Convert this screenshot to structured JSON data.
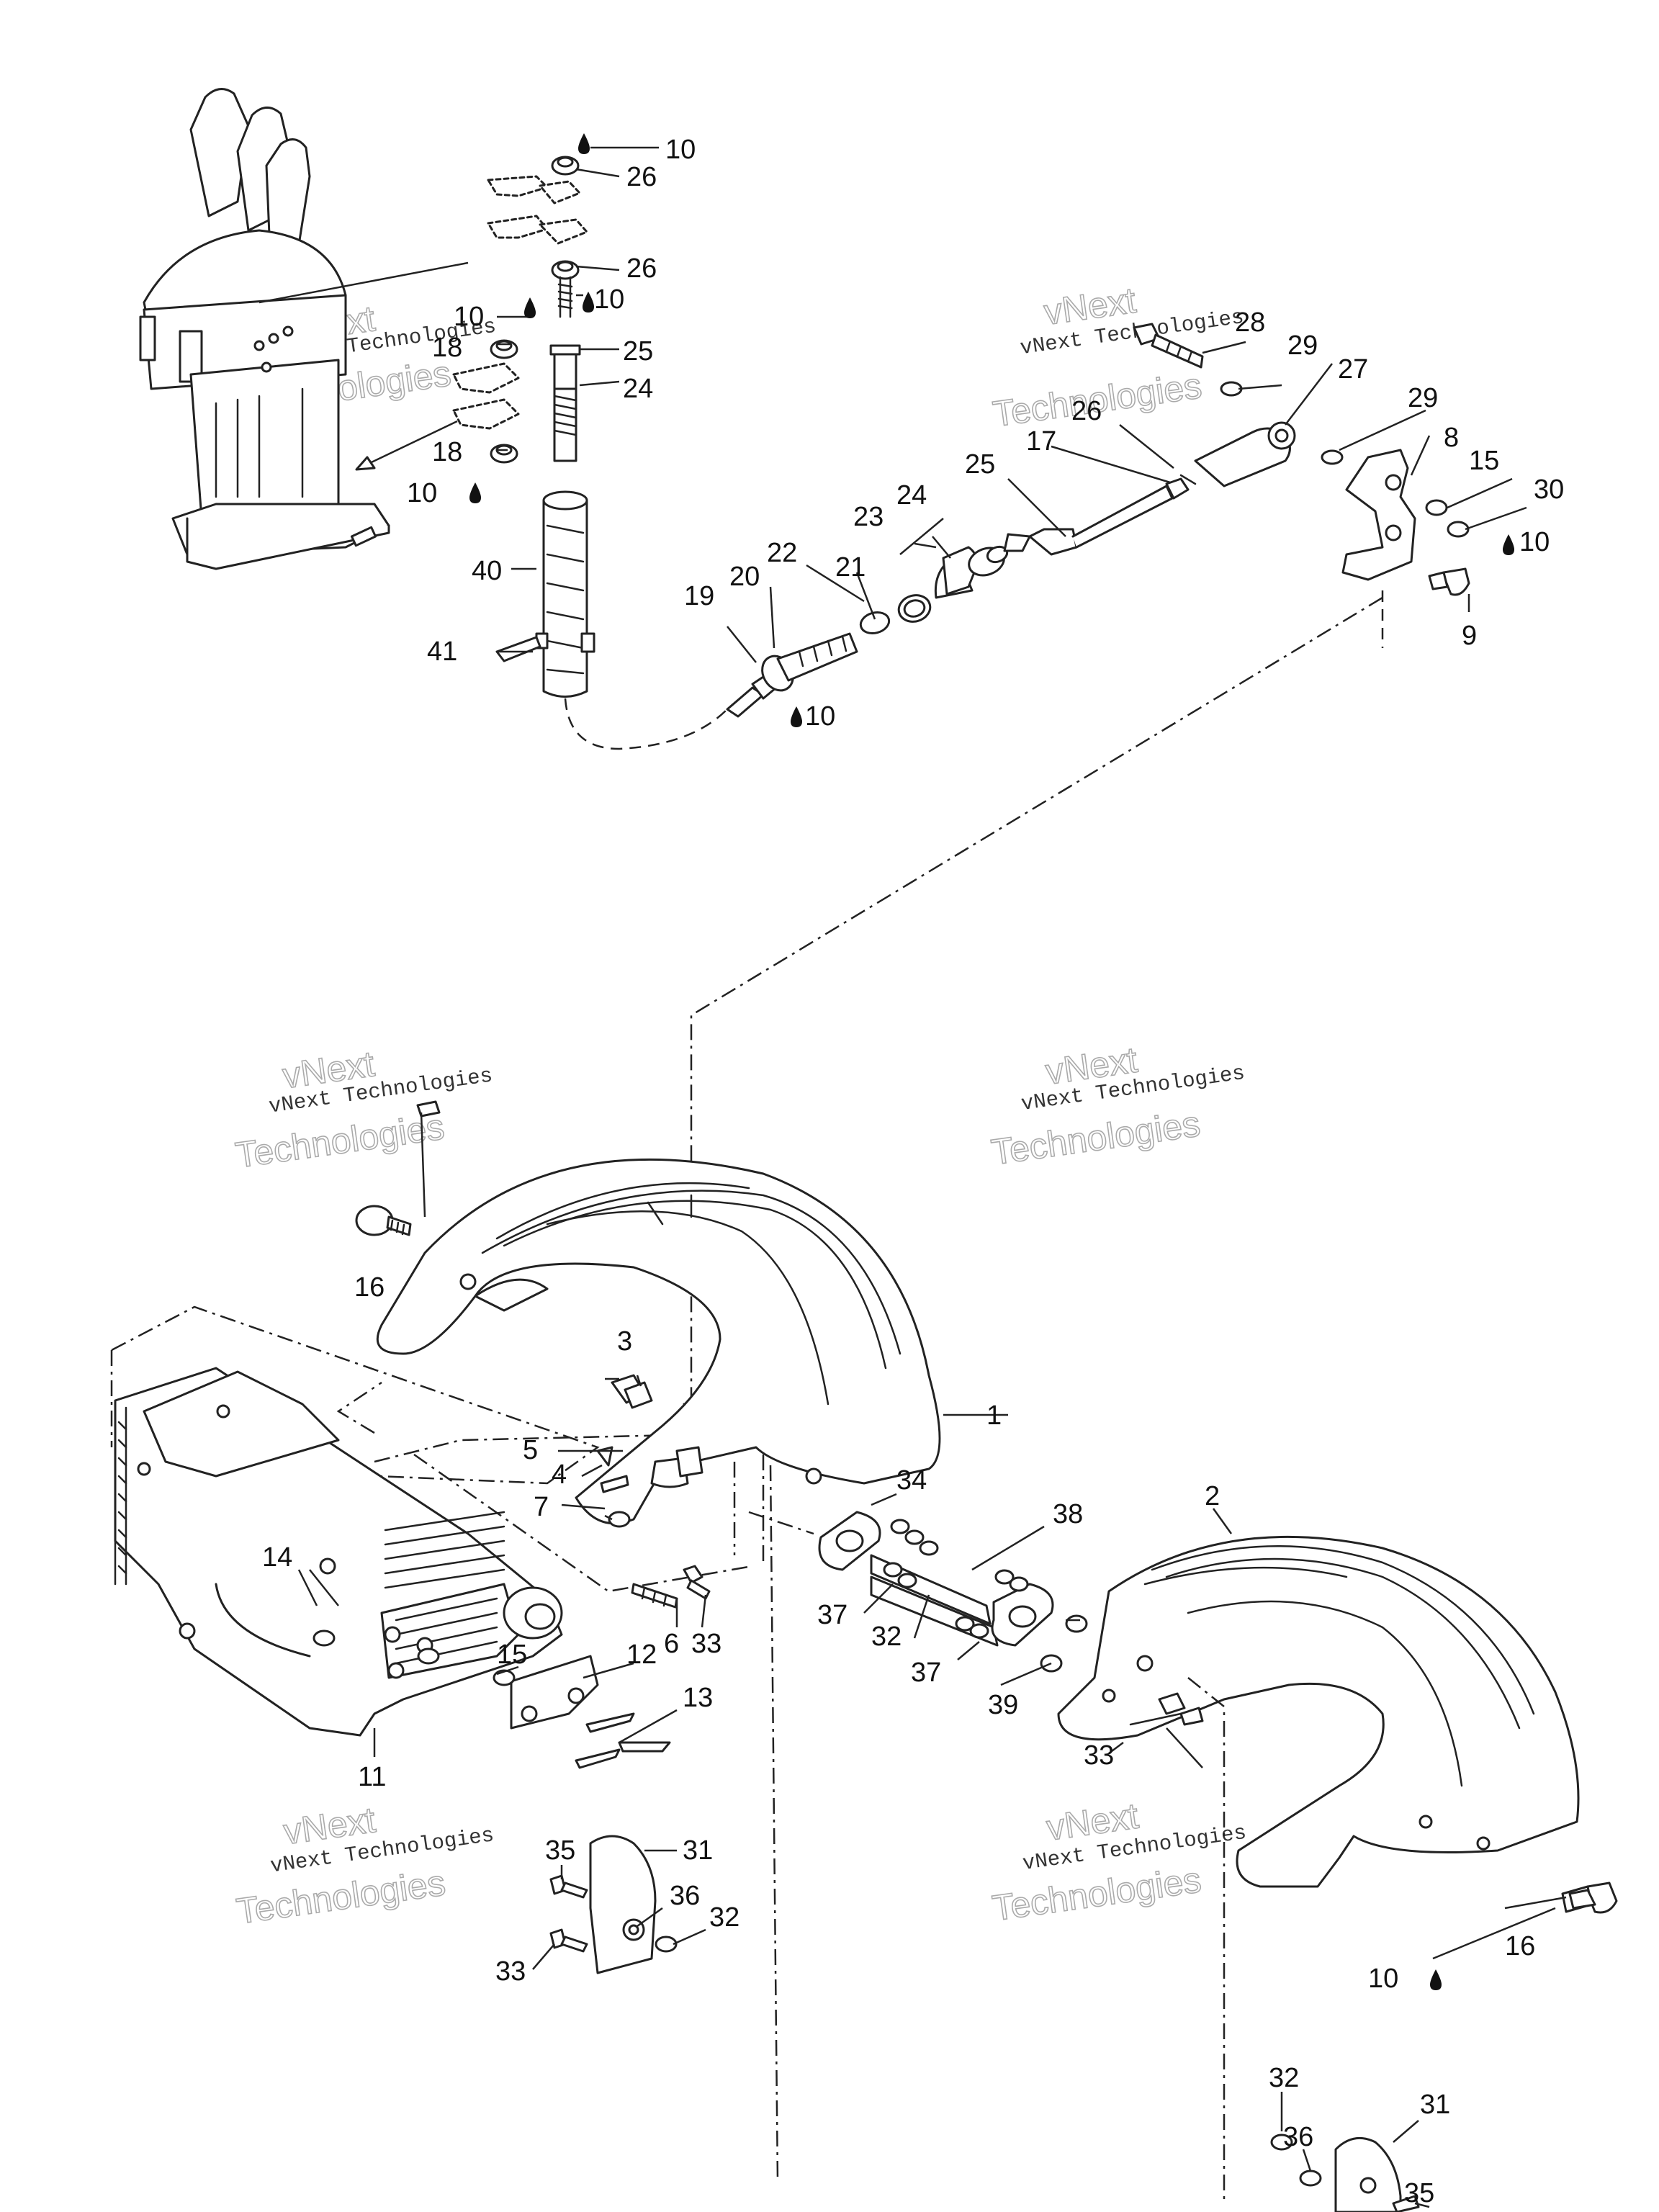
{
  "watermark": {
    "line1": "vNext Technologies",
    "big_top": "vNext",
    "big_bottom": "Technologies"
  },
  "callouts": {
    "c1": "1",
    "c2": "2",
    "c3": "3",
    "c4": "4",
    "c5": "5",
    "c6": "6",
    "c7": "7",
    "c8": "8",
    "c9": "9",
    "c10": "10",
    "c10b": "10",
    "c10c": "10",
    "c10d": "10",
    "c10e": "10",
    "c10f": "10",
    "c10g": "10",
    "c11": "11",
    "c12": "12",
    "c13": "13",
    "c14": "14",
    "c15": "15",
    "c15b": "15",
    "c16": "16",
    "c16b": "16",
    "c17": "17",
    "c18": "18",
    "c18b": "18",
    "c19": "19",
    "c20": "20",
    "c21": "21",
    "c22": "22",
    "c23": "23",
    "c24": "24",
    "c24b": "24",
    "c25": "25",
    "c25b": "25",
    "c26": "26",
    "c26b": "26",
    "c26c": "26",
    "c27": "27",
    "c28": "28",
    "c29": "29",
    "c29b": "29",
    "c30": "30",
    "c31": "31",
    "c31b": "31",
    "c32": "32",
    "c32b": "32",
    "c32c": "32",
    "c33": "33",
    "c33b": "33",
    "c33c": "33",
    "c34": "34",
    "c35": "35",
    "c35b": "35",
    "c36": "36",
    "c36b": "36",
    "c37": "37",
    "c37b": "37",
    "c38": "38",
    "c39": "39",
    "c40": "40",
    "c41": "41"
  },
  "icons": {
    "lubricant": "oil-drop-icon"
  },
  "colors": {
    "line": "#222222",
    "background": "#ffffff",
    "watermark": "#aaaaaa"
  }
}
